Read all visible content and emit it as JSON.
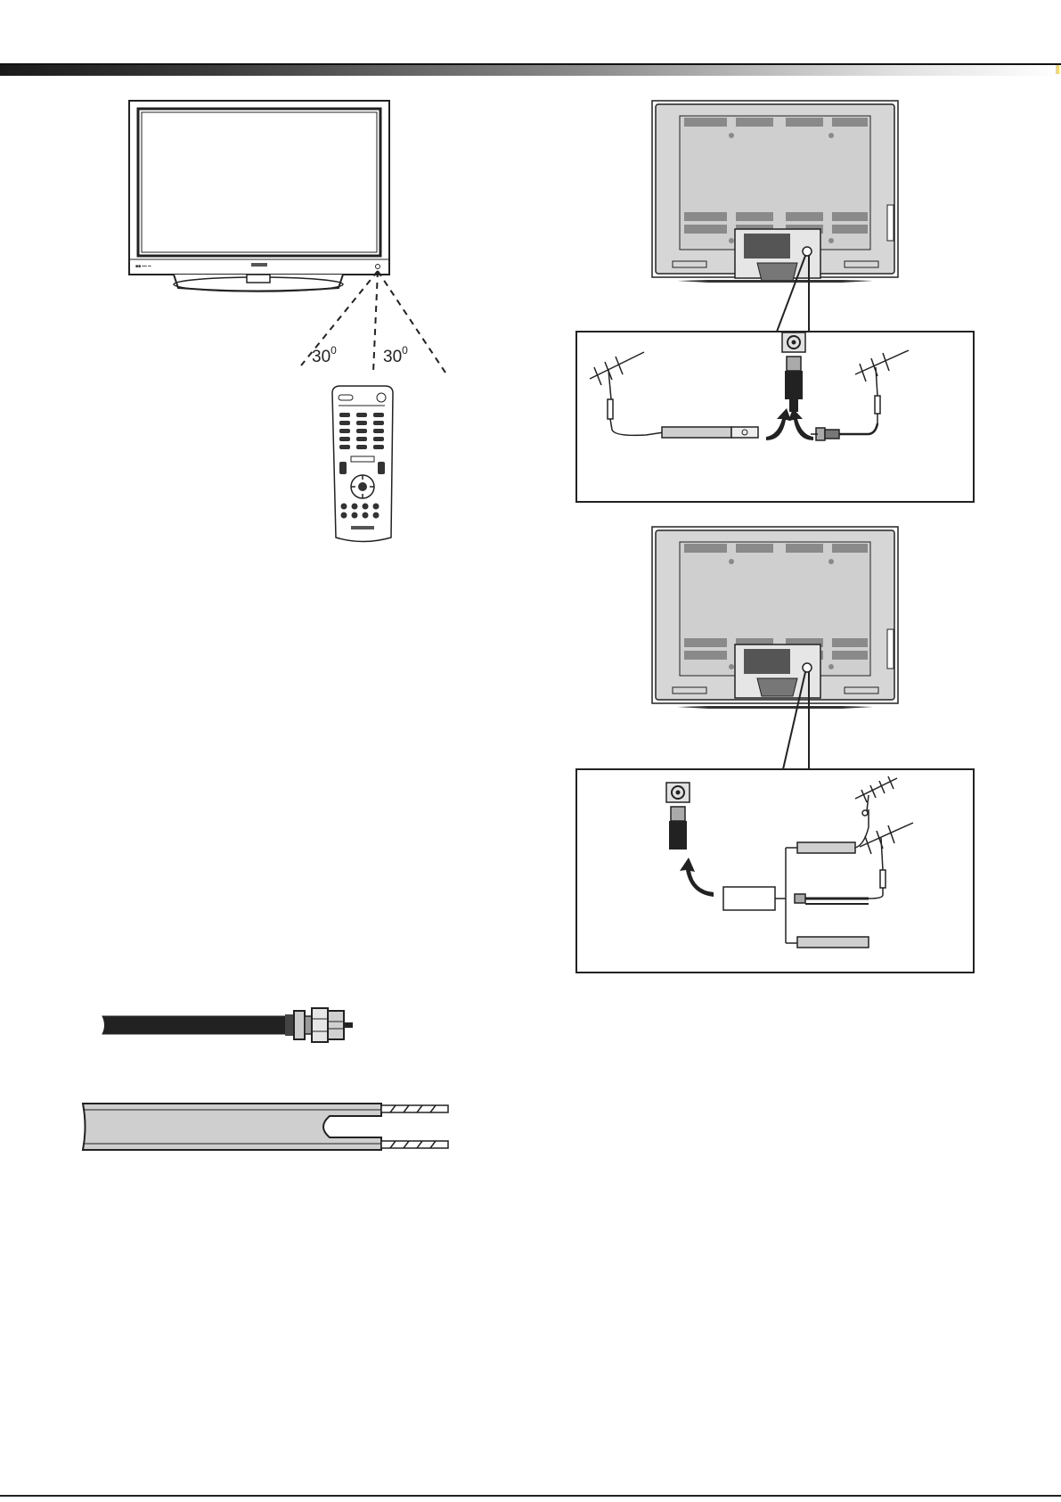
{
  "remote_range_figure": {
    "angle_left": "30",
    "angle_right": "30",
    "angle_unit": "0"
  },
  "icons": {
    "tv_front": "flat-panel-tv-front-icon",
    "remote": "remote-control-icon",
    "tv_back": "tv-rear-panel-icon",
    "antenna": "antenna-icon",
    "coax_jack": "coaxial-jack-icon",
    "splitter": "signal-splitter-icon",
    "coax_cable": "coaxial-cable-icon",
    "twin_lead": "twin-lead-cable-icon"
  },
  "colors": {
    "line": "#222222",
    "panel_gray": "#c8c8c8",
    "dark_fill": "#2a2a2a"
  }
}
